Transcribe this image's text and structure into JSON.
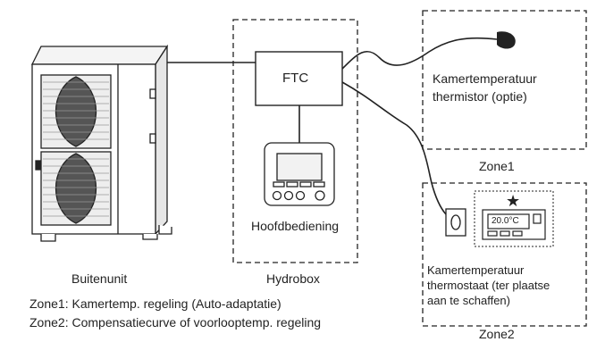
{
  "ftc_label": "FTC",
  "outdoor_unit_label": "Buitenunit",
  "hydrobox_label": "Hydrobox",
  "main_controller_label": "Hoofdbediening",
  "room_sensor": {
    "line1": "Kamertemperatuur",
    "line2": "thermistor (optie)"
  },
  "zone1_label": "Zone1",
  "zone2_label": "Zone2",
  "room_thermostat": {
    "line1": "Kamertemperatuur",
    "line2": "thermostaat (ter plaatse",
    "line3": "aan te schaffen)"
  },
  "thermostat_display": "20.0°C",
  "star_symbol": "★",
  "notes": {
    "zone1": "Zone1: Kamertemp. regeling (Auto-adaptatie)",
    "zone2": "Zone2: Compensatiecurve of voorlooptemp. regeling"
  },
  "colors": {
    "line": "#222222",
    "panel": "#f2f2f2"
  }
}
